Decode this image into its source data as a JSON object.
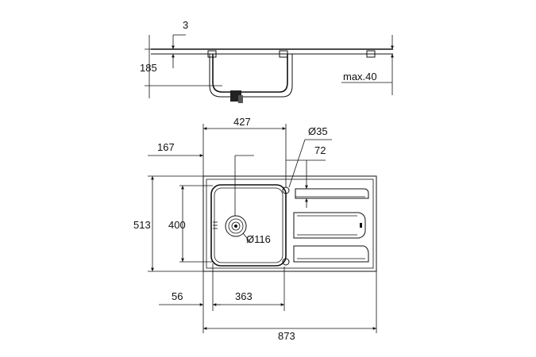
{
  "dimensions": {
    "rim_thickness": "3",
    "depth": "185",
    "max_cutout": "max.40",
    "bowl_width": "427",
    "tap_hole": "Ø35",
    "offset_left": "167",
    "drainer_width": "72",
    "overall_depth": "513",
    "bowl_depth": "400",
    "waste": "Ø116",
    "edge_offset": "56",
    "bowl_inner_width": "363",
    "overall_width": "873"
  }
}
